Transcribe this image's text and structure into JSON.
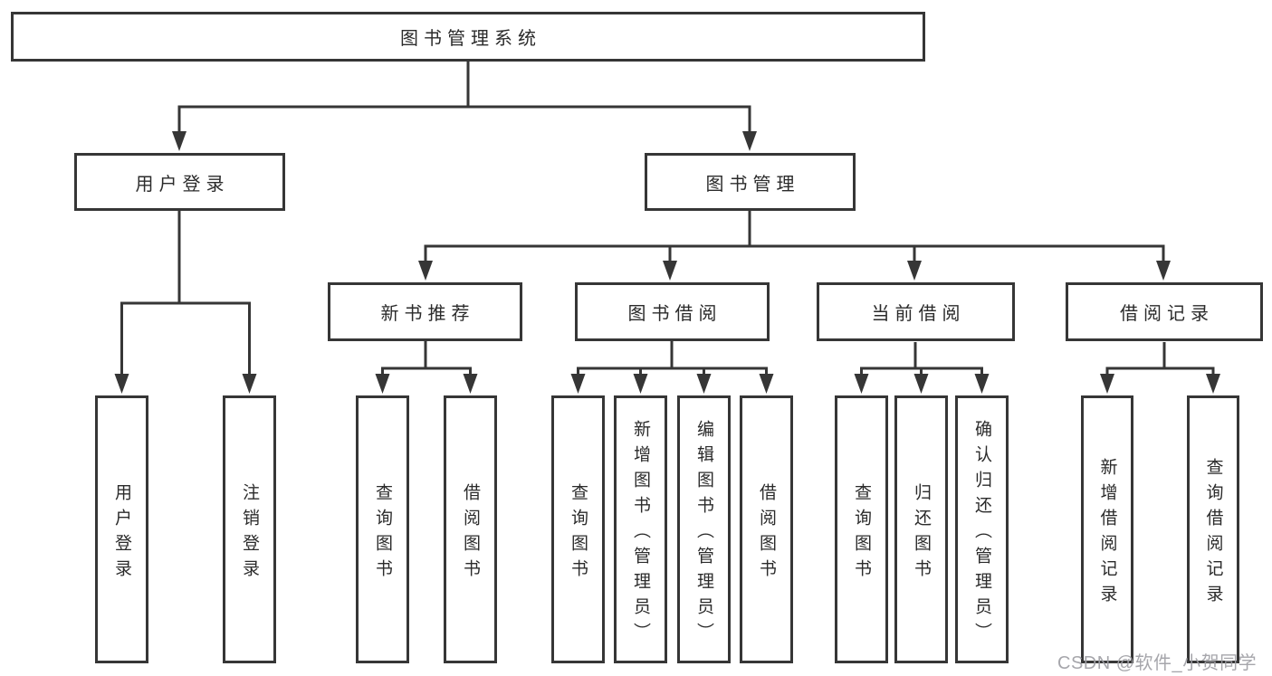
{
  "palette": {
    "line_color": "#363636",
    "text_color": "#2b2b2b",
    "background": "#ffffff",
    "watermark_color": "#9e9ea4"
  },
  "tree": {
    "root": "图书管理系统",
    "user_login": {
      "label": "用户登录",
      "children": [
        "用户登录",
        "注销登录"
      ]
    },
    "book_management": {
      "label": "图书管理",
      "modules": [
        {
          "label": "新书推荐",
          "children": [
            "查询图书",
            "借阅图书"
          ]
        },
        {
          "label": "图书借阅",
          "children": [
            "查询图书",
            "新增图书（管理员）",
            "编辑图书（管理员）",
            "借阅图书"
          ]
        },
        {
          "label": "当前借阅",
          "children": [
            "查询图书",
            "归还图书",
            "确认归还（管理员）"
          ]
        },
        {
          "label": "借阅记录",
          "children": [
            "新增借阅记录",
            "查询借阅记录"
          ]
        }
      ]
    }
  },
  "watermark": {
    "text": "CSDN @软件_小贺同学"
  }
}
